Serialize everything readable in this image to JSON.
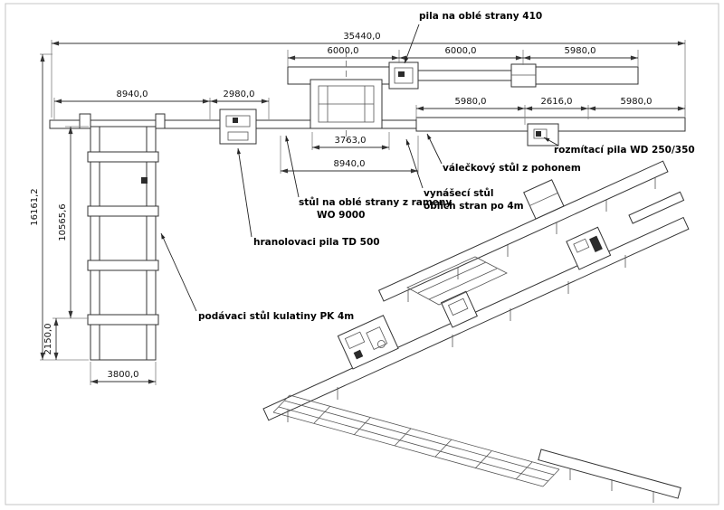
{
  "drawing": {
    "labels": {
      "pila_oble_strany": "pila na oblé strany   410",
      "rozmitaci_pila": "rozmítací pila WD 250/350",
      "valeckovy_stul": "válečkový stůl z pohonem",
      "vynaseci_stul_line1": "vynášecí stůl",
      "vynaseci_stul_line2": "oblich stran po 4m",
      "stul_oble_line1": "stůl na oblé strany z rameny",
      "stul_oble_line2": "WO 9000",
      "hranolovaci_pila": "hranolovaci pila  TD 500",
      "podavaci_stul": "podávaci stůl kulatiny  PK 4m"
    },
    "dims": {
      "total_length": "35440,0",
      "top_seg_1": "6000,0",
      "top_seg_2": "6000,0",
      "top_seg_3": "5980,0",
      "main_left_1": "8940,0",
      "main_left_2": "2980,0",
      "main_right_1": "5980,0",
      "main_right_2": "2616,0",
      "main_right_3": "5980,0",
      "center_width": "3763,0",
      "center_total": "8940,0",
      "vert_total": "16161,2",
      "vert_deck": "10565,6",
      "vert_bottom": "2150,0",
      "deck_width": "3800,0"
    }
  }
}
